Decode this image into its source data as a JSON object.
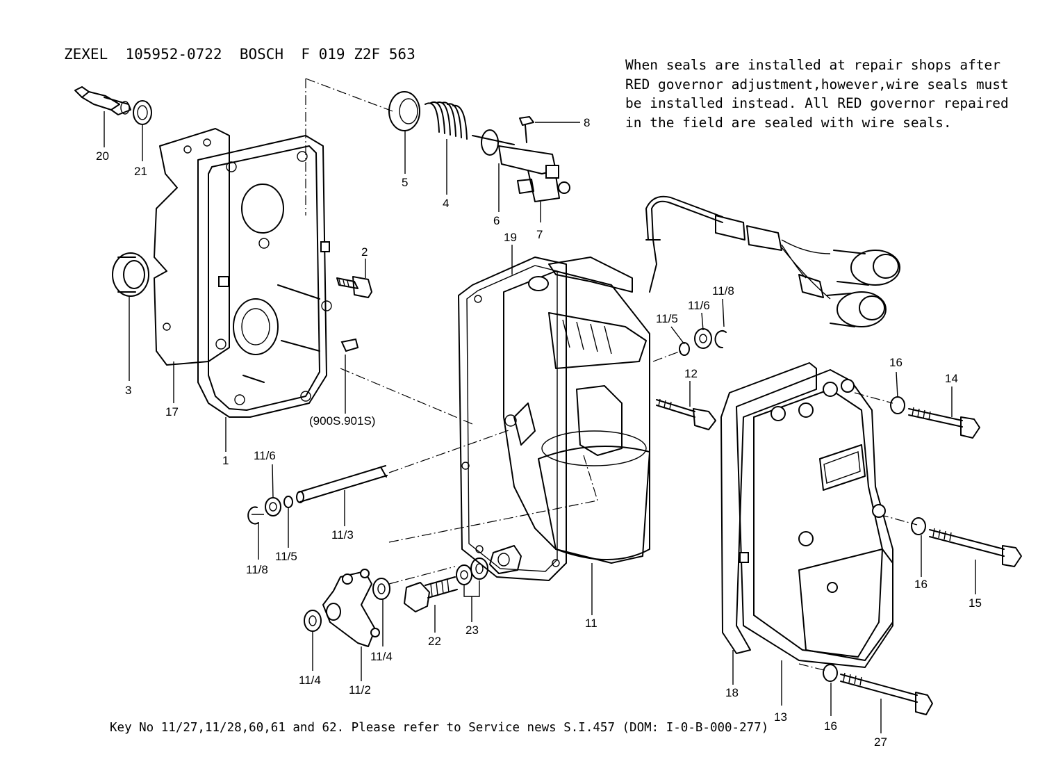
{
  "header": {
    "title": "ZEXEL  105952-0722  BOSCH  F 019 Z2F 563"
  },
  "note": {
    "lines": [
      "When seals are installed at repair shops after",
      "RED governor adjustment,however,wire seals must",
      "be installed instead. All RED governor repaired",
      "in the field are sealed with wire seals."
    ]
  },
  "footer": {
    "text": "Key No 11/27,11/28,60,61 and 62. Please refer to Service news S.I.457 (DOM: I-0-B-000-277)"
  },
  "callouts": [
    {
      "id": "20",
      "label": "20"
    },
    {
      "id": "21",
      "label": "21"
    },
    {
      "id": "5",
      "label": "5"
    },
    {
      "id": "4",
      "label": "4"
    },
    {
      "id": "8",
      "label": "8"
    },
    {
      "id": "6",
      "label": "6"
    },
    {
      "id": "7",
      "label": "7"
    },
    {
      "id": "19",
      "label": "19"
    },
    {
      "id": "2",
      "label": "2"
    },
    {
      "id": "3",
      "label": "3"
    },
    {
      "id": "17",
      "label": "17"
    },
    {
      "id": "1",
      "label": "1"
    },
    {
      "id": "900S",
      "label": "(900S.901S)"
    },
    {
      "id": "11-5a",
      "label": "11/5"
    },
    {
      "id": "11-6a",
      "label": "11/6"
    },
    {
      "id": "11-8a",
      "label": "11/8"
    },
    {
      "id": "12",
      "label": "12"
    },
    {
      "id": "16a",
      "label": "16"
    },
    {
      "id": "14",
      "label": "14"
    },
    {
      "id": "11-6b",
      "label": "11/6"
    },
    {
      "id": "11-3",
      "label": "11/3"
    },
    {
      "id": "11-8b",
      "label": "11/8"
    },
    {
      "id": "11-5b",
      "label": "11/5"
    },
    {
      "id": "16b",
      "label": "16"
    },
    {
      "id": "15",
      "label": "15"
    },
    {
      "id": "11",
      "label": "11"
    },
    {
      "id": "22",
      "label": "22"
    },
    {
      "id": "23",
      "label": "23"
    },
    {
      "id": "11-4a",
      "label": "11/4"
    },
    {
      "id": "11-4b",
      "label": "11/4"
    },
    {
      "id": "11-2",
      "label": "11/2"
    },
    {
      "id": "18",
      "label": "18"
    },
    {
      "id": "13",
      "label": "13"
    },
    {
      "id": "16c",
      "label": "16"
    },
    {
      "id": "27",
      "label": "27"
    }
  ]
}
